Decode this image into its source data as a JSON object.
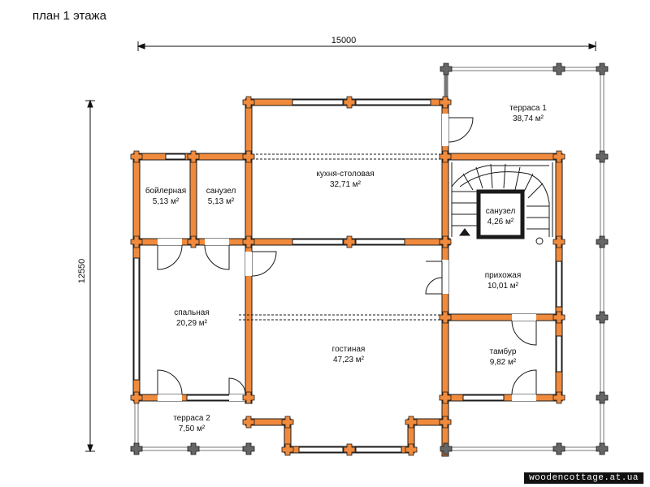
{
  "title": "план 1 этажа",
  "dimensions": {
    "width": "15000",
    "height": "12550"
  },
  "rooms": [
    {
      "name": "терраса 1",
      "area": "38,74 м²"
    },
    {
      "name": "бойлерная",
      "area": "5,13 м²"
    },
    {
      "name": "санузел",
      "area": "5,13 м²"
    },
    {
      "name": "кухня-столовая",
      "area": "32,71 м²"
    },
    {
      "name": "санузел",
      "area": "4,26 м²"
    },
    {
      "name": "прихожая",
      "area": "10,01 м²"
    },
    {
      "name": "спальная",
      "area": "20,29 м²"
    },
    {
      "name": "гостиная",
      "area": "47,23 м²"
    },
    {
      "name": "тамбур",
      "area": "9,82 м²"
    },
    {
      "name": "терраса 2",
      "area": "7,50 м²"
    }
  ],
  "watermark": "woodencottage.at.ua",
  "colors": {
    "log_wall": "#f08a3c",
    "outline": "#1a1a1a",
    "post": "#666666"
  }
}
